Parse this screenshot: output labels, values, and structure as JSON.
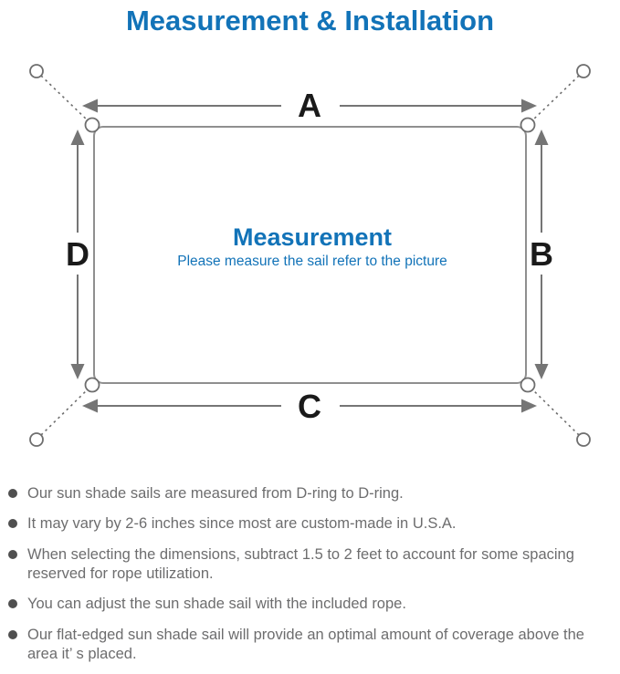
{
  "theme": {
    "accent-blue": "#1273b8",
    "line-gray": "#8f8f8f",
    "arrow-gray": "#757575",
    "ring-gray": "#6e6e6e",
    "label-black": "#1a1a1a",
    "note-gray": "#6d6d6e",
    "dot-gray": "#4f4f4f"
  },
  "page": {
    "title": "Measurement & Installation"
  },
  "diagram": {
    "labels": {
      "a": "A",
      "b": "B",
      "c": "C",
      "d": "D"
    },
    "center_title": "Measurement",
    "center_subtitle": "Please measure the sail refer to the picture"
  },
  "notes": {
    "items": [
      {
        "text": "Our sun shade sails are measured from D-ring to D-ring."
      },
      {
        "text": "It may vary by 2-6 inches since most are custom-made in U.S.A."
      },
      {
        "text": "When selecting the dimensions, subtract 1.5 to 2 feet to account for some spacing reserved for rope utilization."
      },
      {
        "text": "You can adjust the sun shade sail with the included rope."
      },
      {
        "text": "Our flat-edged sun shade sail will provide an optimal amount of coverage above the area it’ s placed."
      }
    ]
  }
}
